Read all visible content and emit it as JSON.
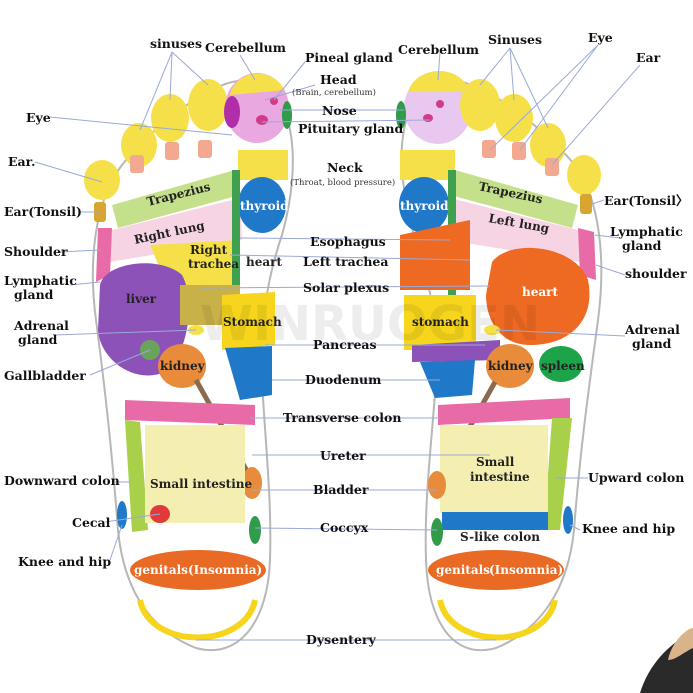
{
  "watermark": "WINRUOGEN",
  "labels": {
    "sinuses_l": "sinuses",
    "cerebellum_l": "Cerebellum",
    "pineal": "Pineal gland",
    "head": "Head",
    "head_sub": "(Brain, cerebellum)",
    "cerebellum_r": "Cerebellum",
    "sinuses_r": "Sinuses",
    "eye_r": "Eye",
    "ear_r": "Ear",
    "eye_l": "Eye",
    "nose": "Nose",
    "pituitary": "Pituitary gland",
    "ear_l": "Ear.",
    "neck": "Neck",
    "neck_sub": "(Throat, blood pressure)",
    "ear_tonsil_l": "Ear(Tonsil)",
    "ear_tonsil_r": "Ear(Tonsil〉",
    "lymph_r1": "Lymphatic",
    "lymph_r2": "gland",
    "shoulder_l": "Shoulder",
    "shoulder_r": "shoulder",
    "esophagus": "Esophagus",
    "left_trachea": "Left trachea",
    "lymph_l1": "Lymphatic",
    "lymph_l2": "gland",
    "solar": "Solar plexus",
    "adrenal_l1": "Adrenal",
    "adrenal_l2": "gland",
    "adrenal_r1": "Adrenal",
    "adrenal_r2": "gland",
    "pancreas": "Pancreas",
    "gallbladder": "Gallbladder",
    "duodenum": "Duodenum",
    "transverse": "Transverse colon",
    "ureter": "Ureter",
    "downward": "Downward colon",
    "upward": "Upward colon",
    "bladder": "Bladder",
    "cecal": "Cecal",
    "coccyx": "Coccyx",
    "knee_l": "Knee and hip",
    "knee_r": "Knee and hip",
    "dysentery": "Dysentery"
  },
  "left_foot": {
    "trapezius": "Trapezius",
    "lung": "Right lung",
    "trachea1": "Right",
    "trachea2": "trachea",
    "thyroid": "thyroid",
    "heart": "heart",
    "liver": "liver",
    "stomach": "Stomach",
    "kidney": "kidney",
    "small_intestine": "Small intestine",
    "genitals": "genitals",
    "insomnia": "(Insomnia)"
  },
  "right_foot": {
    "trapezius": "Trapezius",
    "lung": "Left lung",
    "thyroid": "thyroid",
    "heart": "heart",
    "stomach": "stomach",
    "kidney": "kidney",
    "spleen": "spleen",
    "small1": "Small",
    "small2": "intestine",
    "s_colon": "S-like colon",
    "genitals": "genitals",
    "insomnia": "(Insomnia)"
  }
}
